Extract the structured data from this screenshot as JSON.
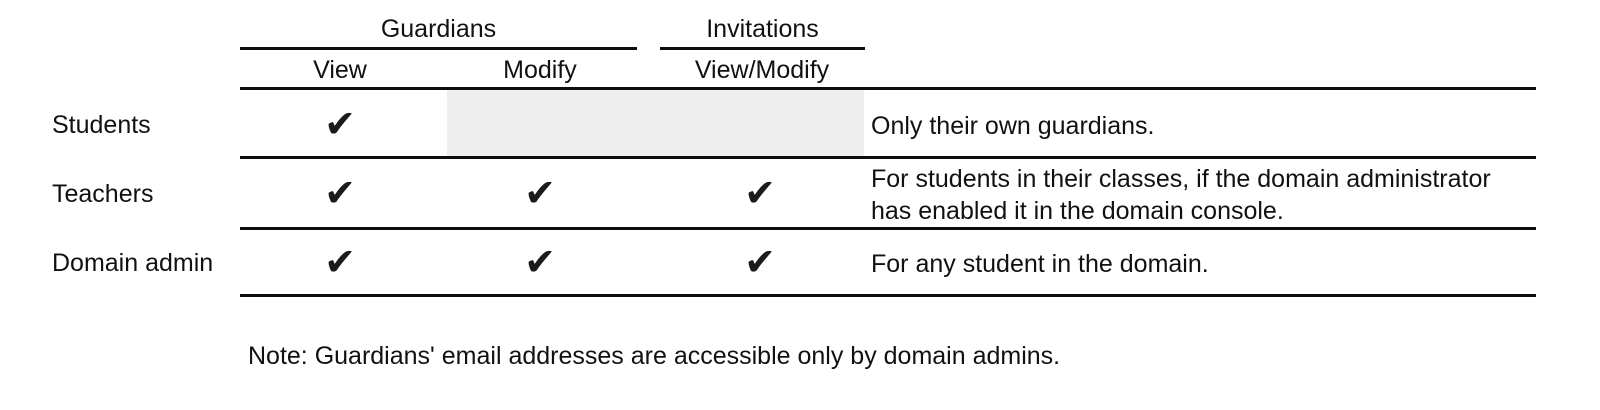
{
  "table": {
    "group_headers": [
      {
        "label": "Guardians"
      },
      {
        "label": "Invitations"
      }
    ],
    "column_headers": [
      {
        "label": "View"
      },
      {
        "label": "Modify"
      },
      {
        "label": "View/Modify"
      }
    ],
    "row_label_header": "",
    "rows": [
      {
        "label": "Students",
        "guardians_view": "✔",
        "guardians_modify": "",
        "invitations_view_modify": "",
        "description": "Only their own guardians."
      },
      {
        "label": "Teachers",
        "guardians_view": "✔",
        "guardians_modify": "✔",
        "invitations_view_modify": "✔",
        "description": "For students in their classes, if the domain administrator has enabled it in the domain console."
      },
      {
        "label": "Domain admin",
        "guardians_view": "✔",
        "guardians_modify": "✔",
        "invitations_view_modify": "✔",
        "description": "For any student in the domain."
      }
    ]
  },
  "footnote": {
    "text": "Note: Guardians' email addresses are accessible only by domain admins."
  },
  "colors": {
    "rule": "#0d0d0d",
    "shaded_cell": "#eeeeee",
    "text": "#111111",
    "background": "#ffffff"
  }
}
